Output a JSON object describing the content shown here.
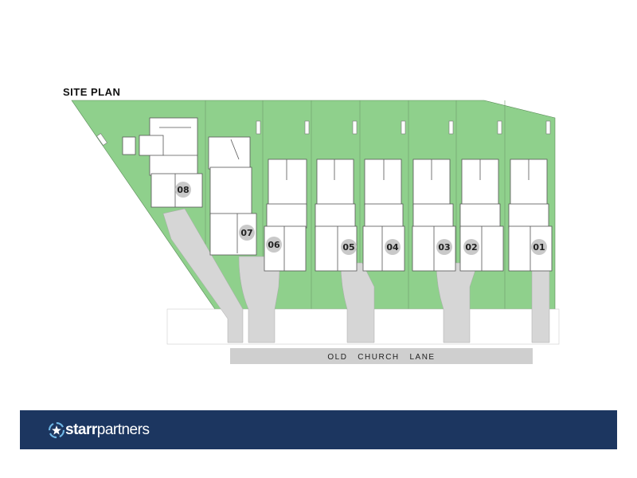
{
  "title": "SITE PLAN",
  "road": "OLD   CHURCH   LANE",
  "units": [
    "08",
    "07",
    "06",
    "05",
    "04",
    "03",
    "02",
    "01"
  ],
  "brand": {
    "part1": "starr",
    "part2": "partners"
  },
  "colors": {
    "grass": "#8fd08c",
    "paving": "#d6d6d6",
    "footer": "#1c3660",
    "walls": "#555555"
  }
}
